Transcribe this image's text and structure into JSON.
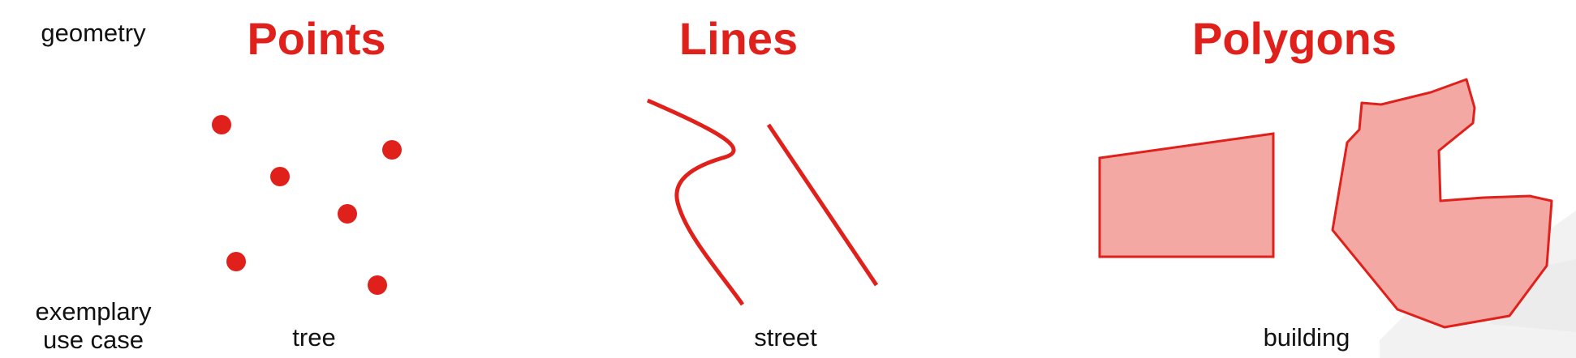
{
  "colors": {
    "accent": "#e0201b",
    "polygon_fill": "#f3a8a4",
    "polygon_stroke": "#e0201b",
    "watermark": "#f1f1f1",
    "text": "#111111"
  },
  "row_labels": {
    "geometry": "geometry",
    "use_case_line1": "exemplary",
    "use_case_line2": "use case"
  },
  "columns": [
    {
      "title": "Points",
      "example": "tree"
    },
    {
      "title": "Lines",
      "example": "street"
    },
    {
      "title": "Polygons",
      "example": "building"
    }
  ],
  "glyphs": {
    "points_count": 6,
    "lines_count": 2,
    "polygons_count": 2
  }
}
